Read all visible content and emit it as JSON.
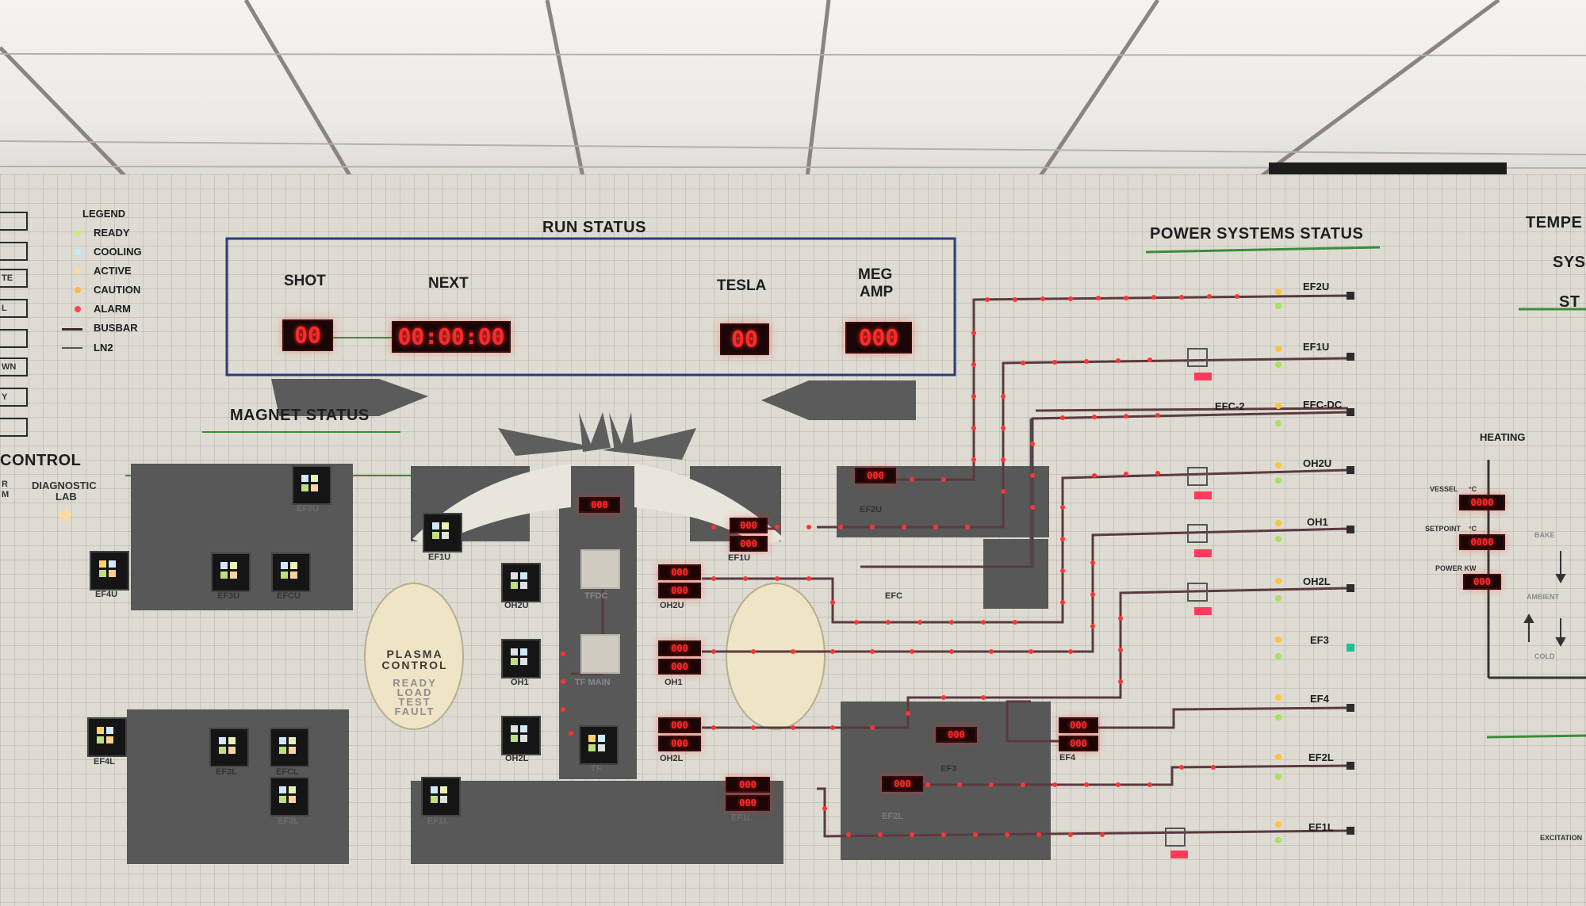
{
  "run_status": {
    "title": "RUN STATUS",
    "shot_label": "SHOT",
    "shot_value": "00",
    "next_label": "NEXT",
    "next_value": "00:00:00",
    "tesla_label": "TESLA",
    "tesla_value": "00",
    "megamp_label_1": "MEG",
    "megamp_label_2": "AMP",
    "megamp_value": "000"
  },
  "legend": {
    "title": "LEGEND",
    "items": [
      {
        "label": "READY",
        "color": "#c8f07a"
      },
      {
        "label": "COOLING",
        "color": "#bfeeff"
      },
      {
        "label": "ACTIVE",
        "color": "#ffd9a0"
      },
      {
        "label": "CAUTION",
        "color": "#ffb84d"
      },
      {
        "label": "ALARM",
        "color": "#ff4a4a"
      },
      {
        "label": "BUSBAR",
        "color": "#3a2a2a"
      },
      {
        "label": "LN2",
        "color": "#555555"
      }
    ]
  },
  "left_edge": {
    "tags": [
      "TE",
      "L",
      "WN",
      "Y"
    ],
    "control_title": "CONTROL",
    "cut_labels": [
      "R",
      "M"
    ],
    "diagnostic_1": "DIAGNOSTIC",
    "diagnostic_2": "LAB"
  },
  "magnet": {
    "title": "MAGNET STATUS",
    "coils": [
      "EF4U",
      "EF3U",
      "EFCU",
      "EF2U",
      "EF1U",
      "OH2U",
      "OH1",
      "OH2L",
      "TF",
      "TFDC",
      "TF MAIN",
      "EF4L",
      "EF3L",
      "EFCL",
      "EF2L",
      "EF1L"
    ],
    "display_labels": [
      "EF1U",
      "OH2U",
      "OH1",
      "OH2L",
      "EF1L",
      "EF2U",
      "EFC",
      "EF3",
      "EF4",
      "EF2L"
    ],
    "plasma": {
      "title_1": "PLASMA",
      "title_2": "CONTROL",
      "states": [
        "READY",
        "LOAD",
        "TEST",
        "FAULT"
      ]
    }
  },
  "power": {
    "title": "POWER SYSTEMS STATUS",
    "supplies": [
      "EF2U",
      "EF1U",
      "EFC-2",
      "EFC-DC",
      "OH2U",
      "OH1",
      "OH2L",
      "EF3",
      "EF4",
      "EF2L",
      "EF1L"
    ]
  },
  "temperature": {
    "title_1": "TEMPE",
    "title_2": "SYS",
    "title_3": "ST",
    "heating_label": "HEATING",
    "vessel_label": "VESSEL",
    "setpoint_label": "SETPOINT",
    "power_label": "POWER KW",
    "unit_c": "°C",
    "vessel_value": "0000",
    "setpoint_value": "0000",
    "power_value": "000",
    "bake_label": "BAKE",
    "ambient_label": "AMBIENT",
    "cold_label": "COLD",
    "excitation_label": "EXCITATION"
  }
}
